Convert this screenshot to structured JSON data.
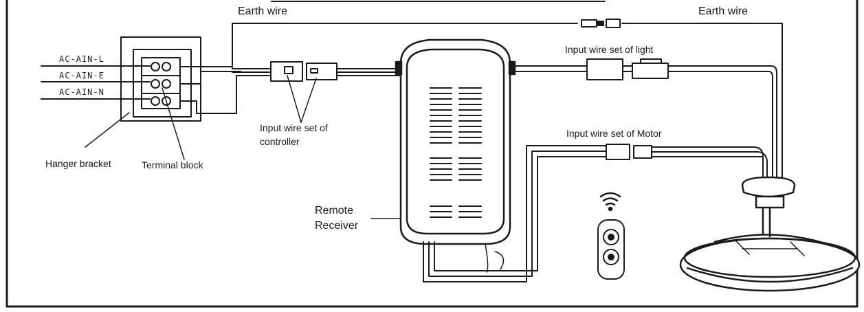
{
  "labels": {
    "earth_wire_left": "Earth wire",
    "earth_wire_right": "Earth wire",
    "ac_l": "AC-AIN-L",
    "ac_e": "AC-AIN-E",
    "ac_n": "AC-AIN-N",
    "hanger_bracket": "Hanger bracket",
    "terminal_block": "Terminal block",
    "input_controller_line1": "Input wire set of",
    "input_controller_line2": "controller",
    "remote_receiver_line1": "Remote",
    "remote_receiver_line2": "Receiver",
    "input_light": "Input wire set of light",
    "input_motor": "Input wire set of Motor"
  },
  "icons": {
    "wifi": "wifi-signal-icon",
    "remote": "remote-control-icon",
    "fan": "ceiling-fan-icon"
  }
}
